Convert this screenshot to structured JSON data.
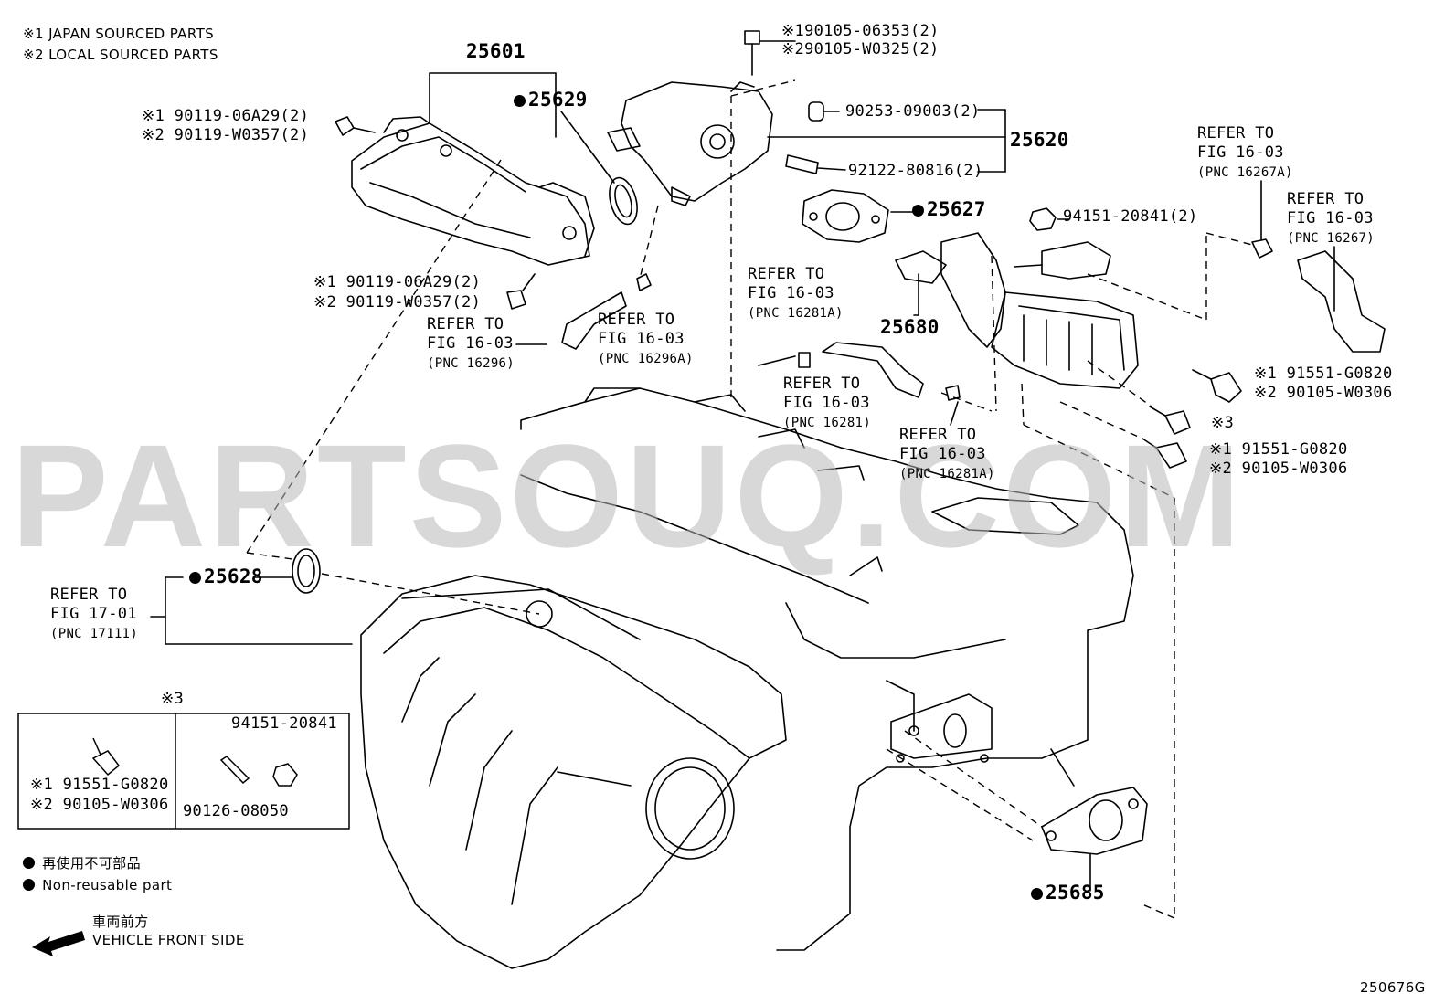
{
  "legend": {
    "mark1": "※1 JAPAN SOURCED PARTS",
    "mark2": "※2 LOCAL SOURCED PARTS"
  },
  "parts": {
    "p25601": "25601",
    "p25629": "25629",
    "p25620": "25620",
    "p25627": "25627",
    "p25680": "25680",
    "p25628": "25628",
    "p25685": "25685",
    "bolt_top_1": "※190105-06353(2)",
    "bolt_top_2": "※290105-W0325(2)",
    "pin": "90253-09003(2)",
    "stud": "92122-80816(2)",
    "nut": "94151-20841(2)",
    "bolt_left_1": "※1 90119-06A29(2)",
    "bolt_left_2": "※2 90119-W0357(2)",
    "bolt_left_b1": "※1 90119-06A29(2)",
    "bolt_left_b2": "※2 90119-W0357(2)",
    "bolt_r1_1": "※1 91551-G0820",
    "bolt_r1_2": "※2 90105-W0306",
    "bolt_r2": "※3",
    "bolt_r3_1": "※1 91551-G0820",
    "bolt_r3_2": "※2 90105-W0306"
  },
  "refs": {
    "r16296_a": "REFER TO",
    "r16296_b": "FIG 16-03",
    "r16296_c": "(PNC 16296)",
    "r16296A_a": "REFER TO",
    "r16296A_b": "FIG 16-03",
    "r16296A_c": "(PNC 16296A)",
    "r16281A_a": "REFER TO",
    "r16281A_b": "FIG 16-03",
    "r16281A_c": "(PNC 16281A)",
    "r16281_a": "REFER TO",
    "r16281_b": "FIG 16-03",
    "r16281_c": "(PNC 16281)",
    "r16281A2_a": "REFER TO",
    "r16281A2_b": "FIG 16-03",
    "r16281A2_c": "(PNC 16281A)",
    "r16267A_a": "REFER TO",
    "r16267A_b": "FIG 16-03",
    "r16267A_c": "(PNC 16267A)",
    "r16267_a": "REFER TO",
    "r16267_b": "FIG 16-03",
    "r16267_c": "(PNC 16267)",
    "r17111_a": "REFER TO",
    "r17111_b": "FIG 17-01",
    "r17111_c": "(PNC 17111)"
  },
  "inset": {
    "heading": "※3",
    "bolt_1": "※1 91551-G0820",
    "bolt_2": "※2 90105-W0306",
    "nut": "94151-20841",
    "stud": "90126-08050"
  },
  "notes": {
    "nonreusable_jp": "再使用不可部品",
    "nonreusable_en": "Non-reusable part",
    "front_jp": "車両前方",
    "front_en": "VEHICLE FRONT SIDE"
  },
  "watermark": "PARTSOUQ.COM",
  "figure_code": "250676G"
}
